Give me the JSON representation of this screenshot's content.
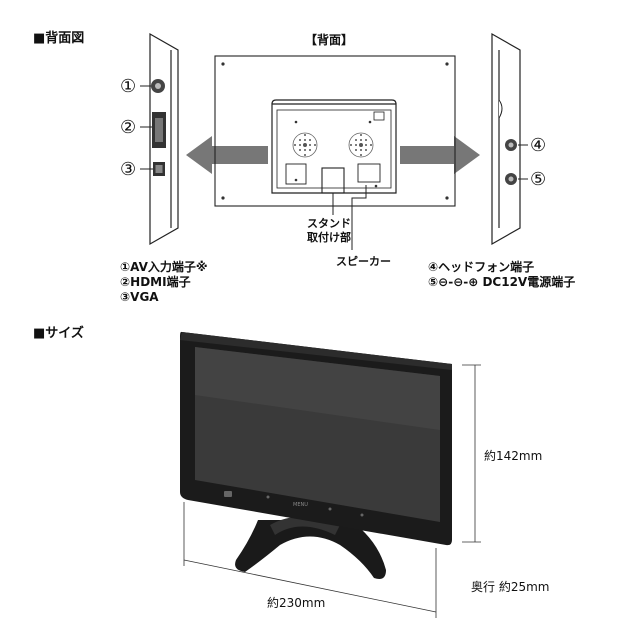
{
  "section_back": "■背面図",
  "back_title": "【背面】",
  "circled": {
    "n1": "①",
    "n2": "②",
    "n3": "③",
    "n4": "④",
    "n5": "⑤"
  },
  "stand_mount": [
    "スタンド",
    "取付け部"
  ],
  "speaker": "スピーカー",
  "left_legend": [
    "①AV入力端子※",
    "②HDMI端子",
    "③VGA"
  ],
  "right_legend": [
    "④ヘッドフォン端子",
    "⑤⊖-⊖-⊕ DC12V電源端子"
  ],
  "section_size": "■サイズ",
  "dimensions": {
    "height": "約142mm",
    "width": "約230mm",
    "depth": "奥行 約25mm"
  },
  "monitor_button_labels": [
    "MENU"
  ]
}
